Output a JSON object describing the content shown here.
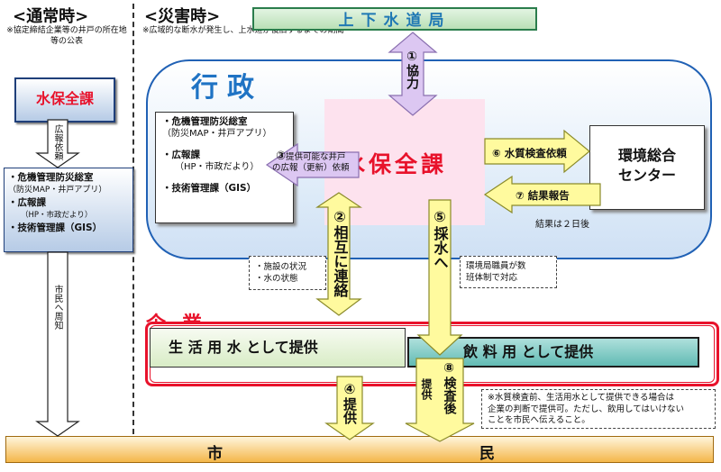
{
  "left": {
    "title": "<通常時>",
    "note": "※協定締結企業等の井戸の所在地等の公表",
    "water_section": "水保全課",
    "arrow_label": "広報依頼",
    "box_lines": [
      "・危機管理防災総室",
      "（防災MAP・井戸アプリ）",
      "・広報課",
      "（HP・市政だより）",
      "・技術管理課（GIS）"
    ],
    "notify_label": "市民へ周知"
  },
  "right": {
    "title": "<災害時>",
    "note": "※広域的な断水が発生し、上水道が復旧するまでの期間",
    "bureau": "上下水道局",
    "gyosei": "行政",
    "water_section": "水保全課",
    "crisis_lines": [
      "・危機管理防災総室",
      "（防災MAP・井戸アプリ）",
      "・広報課",
      "（HP・市政だより）",
      "・技術管理課（GIS）"
    ],
    "env_center": [
      "環境総合",
      "センター"
    ],
    "result_days": "結果は２日後",
    "facility_note": [
      "・施設の状況",
      "・水の状態"
    ],
    "staff_note": [
      "環境局職員が数",
      "班体制で対応"
    ],
    "enterprise": "企業",
    "life_water": "生 活 用 水 として提供",
    "drink_water": "飲 料 用 として提供",
    "citizen_left": "市",
    "citizen_right": "民",
    "bottom_note": [
      "※水質検査前、生活用水として提供できる場合は",
      "企業の判断で提供可。ただし、飲用してはいけない",
      "ことを市民へ伝えること。"
    ]
  },
  "steps": {
    "s1_num": "①",
    "s1_text": "協力",
    "s2_num": "②",
    "s2_text": "相互に連絡",
    "s3_num": "③",
    "s3_lines": [
      "提供可能な井戸",
      "の広報（更新）依頼"
    ],
    "s4_num": "④",
    "s4_text": "提供",
    "s5_num": "⑤",
    "s5_text": "採水へ",
    "s6": "⑥ 水質検査依頼",
    "s7": "⑦ 結果報告",
    "s8_num": "⑧",
    "s8_text": "検査後",
    "s8_side": "提供"
  },
  "colors": {
    "lavender": "#dcc7f2",
    "yellow": "#fffa9e",
    "red": "#e8122b",
    "blue": "#1f73c4"
  }
}
